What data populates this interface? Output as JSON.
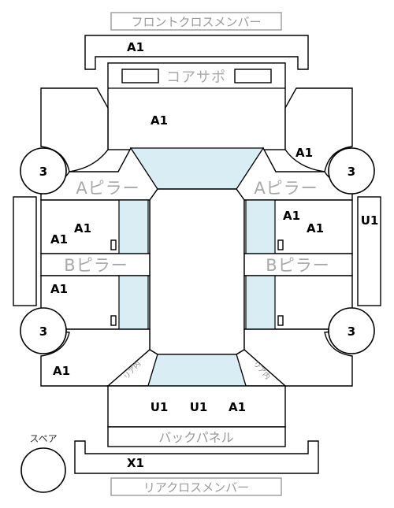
{
  "colors": {
    "glass": "#d9edf4",
    "line": "#000000",
    "part_text": "#9a9a9a"
  },
  "labels": {
    "front_cross_member": "フロントクロスメンバー",
    "core_support": "コアサポ",
    "a_pillar": "Aピラー",
    "b_pillar": "Bピラー",
    "back_panel": "バックパネル",
    "rear_cross_member": "リアクロスメンバー",
    "spare": "スペア",
    "rear_inner_left": "リア内",
    "rear_inner_right": "リア内"
  },
  "grades": {
    "front_cross": "A1",
    "core_support_area": "A1",
    "front_right_fender": "A1",
    "tire_fl": "3",
    "tire_fr": "3",
    "tire_rl": "3",
    "tire_rr": "3",
    "left_front_door_outer": "A1",
    "left_front_door_inner": "A1",
    "left_rear_door": "A1",
    "left_rear_quarter": "A1",
    "right_front_door_outer": "A1",
    "right_front_door_inner": "A1",
    "right_side_panel": "U1",
    "back_1": "U1",
    "back_2": "U1",
    "back_3": "A1",
    "rear_cross": "X1"
  }
}
